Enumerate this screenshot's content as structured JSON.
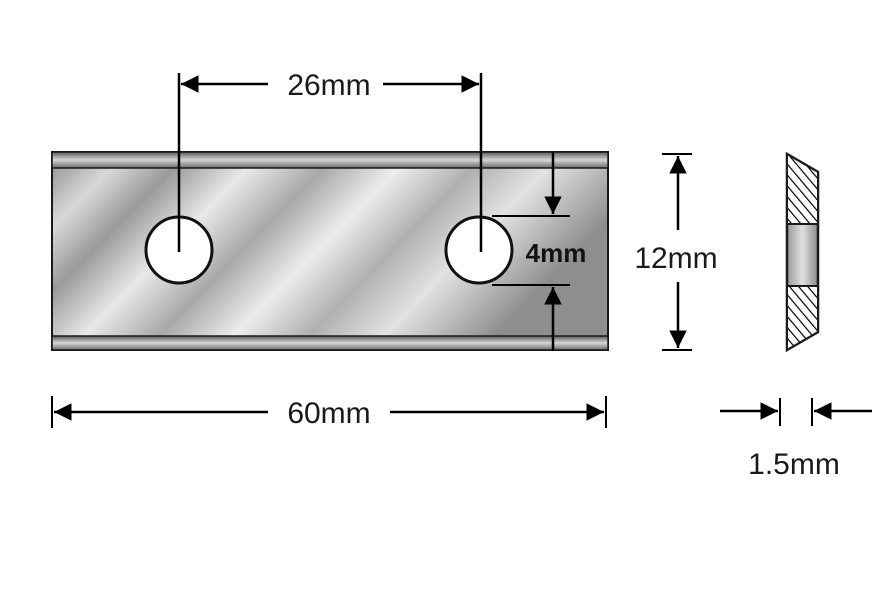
{
  "dimensions": {
    "hole_spacing": "26mm",
    "hole_diameter": "4mm",
    "height": "12mm",
    "length": "60mm",
    "thickness": "1.5mm"
  },
  "colors": {
    "steel_light": "#e6e6e6",
    "steel_mid": "#b9b9b9",
    "steel_dark": "#7f7f7f",
    "outline": "#1a1a1a"
  }
}
